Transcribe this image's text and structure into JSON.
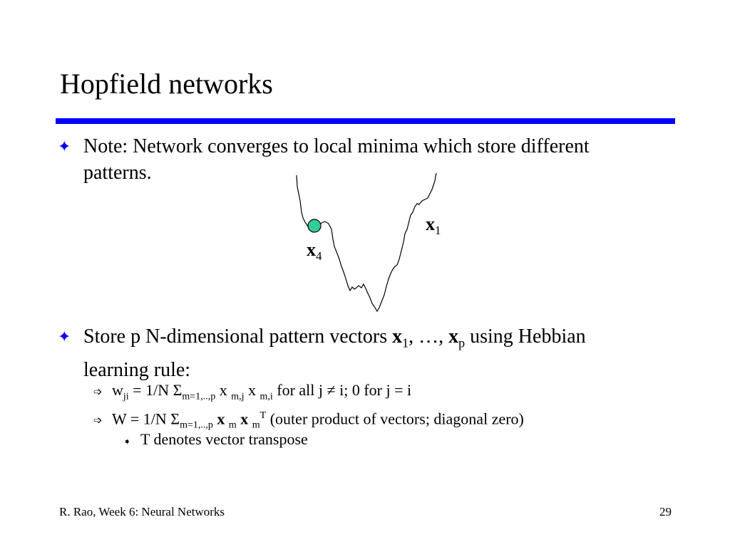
{
  "slide": {
    "title": "Hopfield networks",
    "accent_color": "#0000ff",
    "bullet1": {
      "marker": "✦",
      "text": "Note: Network converges to local minima which store different patterns."
    },
    "diagram": {
      "label_x1_main": "x",
      "label_x1_sub": "1",
      "label_x4_main": "x",
      "label_x4_sub": "4",
      "ball_color": "#33cc99"
    },
    "bullet2": {
      "marker": "✦",
      "t_a": "Store p N-dimensional pattern vectors ",
      "x": "x",
      "sub1": "1",
      "t_b": ", …, ",
      "sub_p": "p",
      "t_c": " using Hebbian learning rule:"
    },
    "sub1": {
      "marker": "➩",
      "w": "w",
      "w_sub": "ji",
      "eq": " = 1/N ",
      "sigma": "Σ",
      "range": "m=1,..,p",
      "x_a": " x ",
      "sub_mj": "m,j",
      "x_b": " x ",
      "sub_mi": "m,i",
      "rest": " for all j ≠ i; 0 for j = i"
    },
    "sub2": {
      "marker": "➩",
      "eq": "W = 1/N ",
      "sigma": "Σ",
      "range": "m=1,..,p",
      "x1": "x",
      "sub_m1": "m",
      "x2": "x",
      "sub_m2": "m",
      "sup_t": "T",
      "rest": " (outer product of vectors; diagonal zero)"
    },
    "sub3": {
      "marker": "➧",
      "text": "T denotes vector transpose"
    },
    "footer": {
      "left": "R. Rao, Week 6: Neural Networks",
      "page": "29"
    }
  }
}
